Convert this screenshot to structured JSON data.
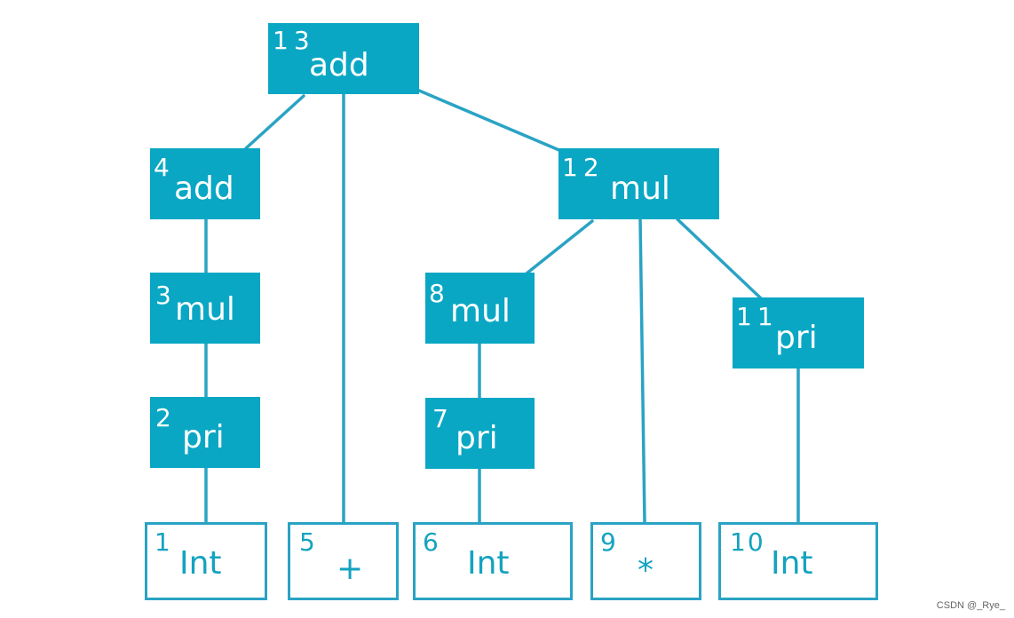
{
  "nodes": {
    "n13": {
      "index": "13",
      "label": "add"
    },
    "n4": {
      "index": "4",
      "label": "add"
    },
    "n12": {
      "index": "12",
      "label": "mul"
    },
    "n3": {
      "index": "3",
      "label": "mul"
    },
    "n8": {
      "index": "8",
      "label": "mul"
    },
    "n11": {
      "index": "11",
      "label": "pri"
    },
    "n2": {
      "index": "2",
      "label": "pri"
    },
    "n7": {
      "index": "7",
      "label": "pri"
    },
    "n1": {
      "index": "1",
      "label": "Int"
    },
    "n5": {
      "index": "5",
      "label": "+"
    },
    "n6": {
      "index": "6",
      "label": "Int"
    },
    "n9": {
      "index": "9",
      "label": "*"
    },
    "n10": {
      "index": "10",
      "label": "Int"
    }
  },
  "edges": [
    [
      "n13",
      "n4"
    ],
    [
      "n13",
      "n5"
    ],
    [
      "n13",
      "n12"
    ],
    [
      "n4",
      "n3"
    ],
    [
      "n3",
      "n2"
    ],
    [
      "n2",
      "n1"
    ],
    [
      "n12",
      "n8"
    ],
    [
      "n12",
      "n9"
    ],
    [
      "n12",
      "n11"
    ],
    [
      "n8",
      "n7"
    ],
    [
      "n7",
      "n6"
    ],
    [
      "n11",
      "n10"
    ]
  ],
  "colors": {
    "node_fill": "#0aa7c4",
    "edge": "#2aa3c4",
    "leaf_text": "#12a3c0"
  },
  "watermark": "CSDN @_Rye_"
}
